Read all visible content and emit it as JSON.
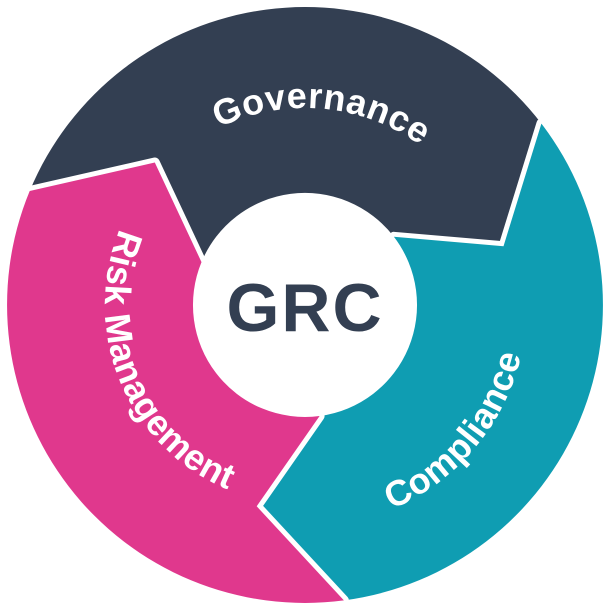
{
  "diagram": {
    "type": "cycle-diagram",
    "center_label": "GRC",
    "flow_direction": "clockwise",
    "segments": [
      {
        "id": "governance",
        "label": "Governance",
        "color": "#333F52",
        "position": "top"
      },
      {
        "id": "risk-management",
        "label": "Risk Management",
        "color": "#E0388D",
        "position": "left"
      },
      {
        "id": "compliance",
        "label": "Compliance",
        "color": "#0F9DB2",
        "position": "right"
      }
    ],
    "colors": {
      "background": "#FFFFFF",
      "label_text": "#FFFFFF",
      "center_text": "#333F52",
      "segment_gap": "#FFFFFF"
    }
  }
}
